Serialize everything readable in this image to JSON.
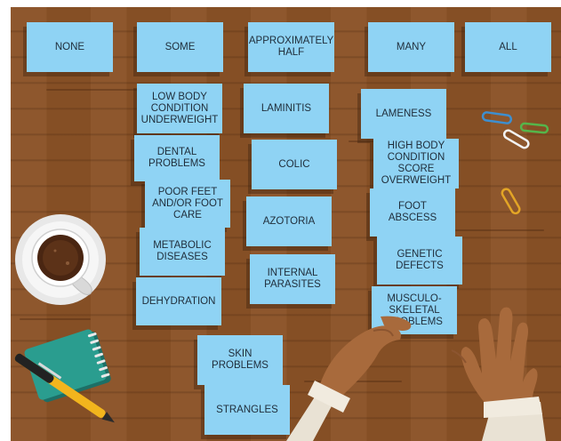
{
  "headers": [
    "NONE",
    "SOME",
    "APPROXIMATELY HALF",
    "MANY",
    "ALL"
  ],
  "cards": {
    "low_bcs": "LOW BODY CONDITION UNDERWEIGHT",
    "dental": "DENTAL PROBLEMS",
    "poor_feet": "POOR FEET AND/OR FOOT CARE",
    "metabolic": "METABOLIC DISEASES",
    "dehydration": "DEHYDRATION",
    "laminitis": "LAMINITIS",
    "colic": "COLIC",
    "azotoria": "AZOTORIA",
    "internal_parasites": "INTERNAL PARASITES",
    "lameness": "LAMENESS",
    "high_bcs": "HIGH BODY CONDITION SCORE OVERWEIGHT",
    "foot_abscess": "FOOT ABSCESS",
    "genetic": "GENETIC DEFECTS",
    "musculo": "MUSCULO-SKELETAL PROBLEMS",
    "skin": "SKIN PROBLEMS",
    "strangles": "STRANGLES"
  },
  "colors": {
    "card": "#8fd3f4",
    "table": "#8a5226",
    "card_text": "#1f2d3a"
  }
}
